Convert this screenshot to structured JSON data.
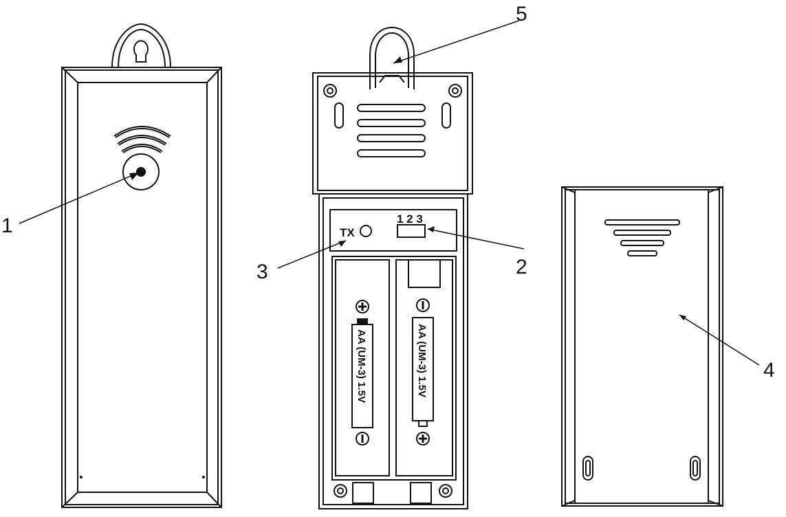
{
  "callouts": {
    "c1": "1",
    "c2": "2",
    "c3": "3",
    "c4": "4",
    "c5": "5"
  },
  "transmitter": {
    "tx_label": "TX",
    "channel_label": "1 2 3"
  },
  "batteries": {
    "left": "AA (UM-3) 1.5V",
    "right": "AA (UM-3) 1.5V"
  },
  "colors": {
    "line": "#111111",
    "background": "#ffffff"
  }
}
